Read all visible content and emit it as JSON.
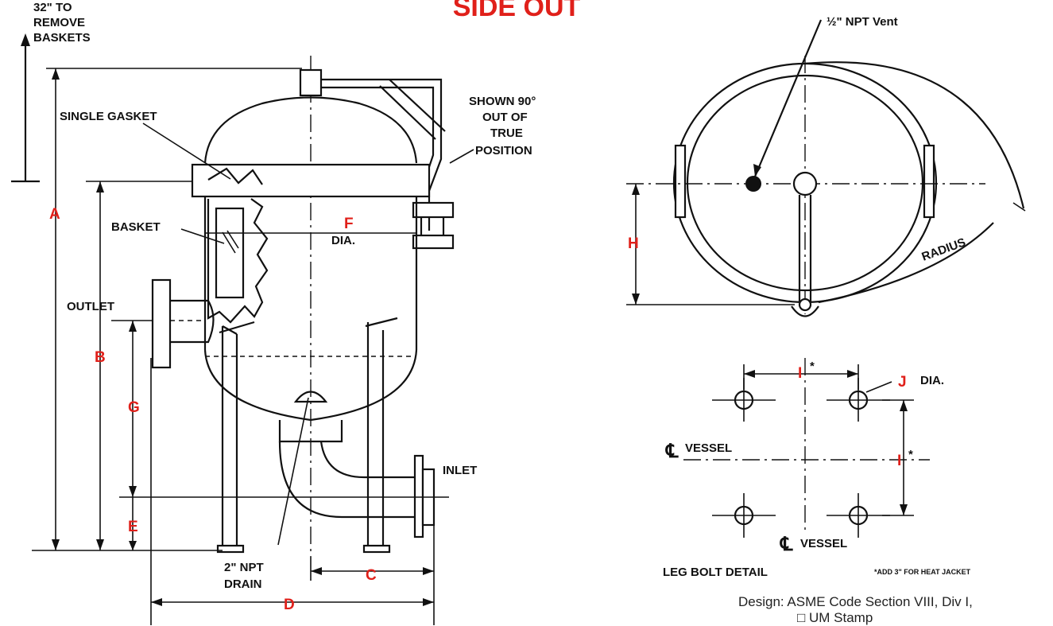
{
  "title": "SIDE OUT",
  "side_view": {
    "clearance_note_1": "32\" TO",
    "clearance_note_2": "REMOVE",
    "clearance_note_3": "BASKETS",
    "single_gasket": "SINGLE GASKET",
    "basket": "BASKET",
    "dia": "DIA.",
    "outlet": "OUTLET",
    "inlet": "INLET",
    "drain_1": "2\" NPT",
    "drain_2": "DRAIN",
    "shown_1": "SHOWN 90°",
    "shown_2": "OUT OF",
    "shown_3": "TRUE",
    "shown_4": "POSITION"
  },
  "dimension_letters": {
    "A": "A",
    "B": "B",
    "C": "C",
    "D": "D",
    "E": "E",
    "F": "F",
    "G": "G",
    "H": "H",
    "I": "I",
    "J": "J"
  },
  "top_view": {
    "vent": "½\" NPT Vent",
    "radius": "RADIUS"
  },
  "leg_bolt_detail": {
    "title": "LEG BOLT DETAIL",
    "dia": "DIA.",
    "star": "*",
    "vessel_1": "VESSEL",
    "vessel_2": "VESSEL",
    "cl": "℄",
    "footnote": "*ADD 3\" FOR HEAT JACKET"
  },
  "design_note": {
    "line1": "Design:  ASME Code Section VIII, Div I,",
    "line2": "□  UM Stamp"
  },
  "colors": {
    "accent": "#e0201a",
    "ink": "#111111"
  }
}
